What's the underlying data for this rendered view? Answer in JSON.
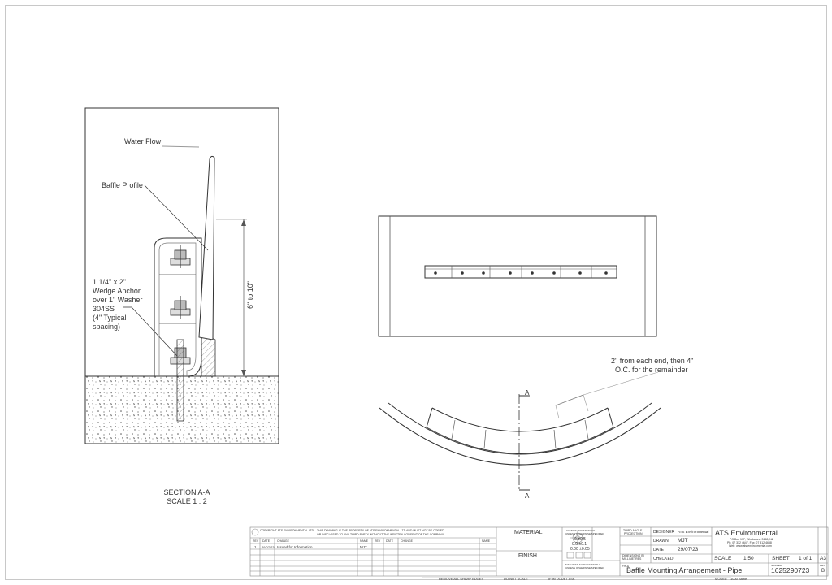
{
  "drawing": {
    "water_flow": "Water Flow",
    "baffle_profile": "Baffle Profile",
    "anchor_note": [
      "1 1/4\" x 2\"",
      "Wedge Anchor",
      "over 1\" Washer",
      "304SS",
      "(4\" Typical",
      "spacing)"
    ],
    "height_dim": "6\" to 10\"",
    "section_title": "SECTION A-A",
    "section_scale": "SCALE 1 : 2",
    "spacing_note": [
      "2\" from each end, then 4\"",
      "O.C. for the remainder"
    ],
    "section_marker": "A"
  },
  "title_block": {
    "copyright_owner": "COPYRIGHT ATS ENVIRONMENTAL LTD",
    "copyright_text": [
      "THIS DRAWING IS THE PROPERTY OF ATS ENVIRONMENTAL LTD AND MUST NOT BE COPIED",
      "OR DISCLOSED TO ANY THIRD PARTY WITHOUT THE WRITTEN CONSENT OF THE COMPANY"
    ],
    "rev_headers": [
      "REV",
      "DATE",
      "CHANGE",
      "NAME",
      "REV",
      "DATE",
      "CHANGE",
      "NAME"
    ],
    "rev_row": {
      "rev": "1",
      "date": "29/07/23",
      "change": "Issued for Information",
      "name": "MJT"
    },
    "material_label": "MATERIAL",
    "finish_label": "FINISH",
    "tolerances_title": [
      "GENERAL TOLERANCES",
      "UNLESS OTHERWISE SPECIFIED"
    ],
    "tolerances": [
      "0   ±0.5",
      "0.0   ±0.1",
      "0.00   ±0.05"
    ],
    "projection": [
      "THIRD ANGLE",
      "PROJECTION"
    ],
    "dimensions": [
      "DIMENSIONS IN",
      "MILLIMETRES"
    ],
    "surface_finish": [
      "MACHINED SURFACE FINISH",
      "UNLESS OTHERWISE SPECIFIED"
    ],
    "designer_label": "DESIGNER",
    "designer": "ATS Environmental",
    "drawn_label": "DRAWN",
    "drawn": "MJT",
    "date_label": "DATE",
    "date": "29/07/23",
    "checked_label": "CHECKED",
    "title_label": "TITLE",
    "title": "Baffle Mounting Arrangement - Pipe",
    "scale_label": "SCALE",
    "scale": "1:50",
    "sheet_label": "SHEET",
    "sheet": "1 of 1",
    "size": "A3",
    "company": "ATS Environmental",
    "address": [
      "PO Box 177, Whakatane 3158, NZ",
      "Ph: 07 312 4647, Fax: 07 312 4658",
      "Web: www.ats-environmental.com"
    ],
    "number_label": "NUMBER",
    "number": "1625290723",
    "rev_label": "REV",
    "rev": "B",
    "footer": [
      "REMOVE ALL SHARP EDGES",
      "DO NOT SCALE",
      "IF IN DOUBT ASK"
    ],
    "model_label": "MODEL:",
    "model": "1000 Baffle"
  }
}
